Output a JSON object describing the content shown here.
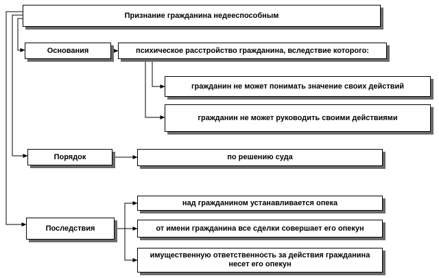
{
  "title": "Признание гражданина недееспособным",
  "sections": [
    {
      "label": "Основания",
      "items": [
        "психическое расстройство гражданина, вследствие которого:"
      ],
      "subitems": [
        "гражданин не может понимать значение своих действий",
        "гражданин не может руководить своими действиями"
      ]
    },
    {
      "label": "Порядок",
      "items": [
        "по решению суда"
      ]
    },
    {
      "label": "Последствия",
      "items": [
        "над гражданином устанавливается опека",
        "от имени гражданина все сделки совершает его опекун",
        "имущественную ответственность за действия  гражданина несет  его опекун"
      ]
    }
  ]
}
